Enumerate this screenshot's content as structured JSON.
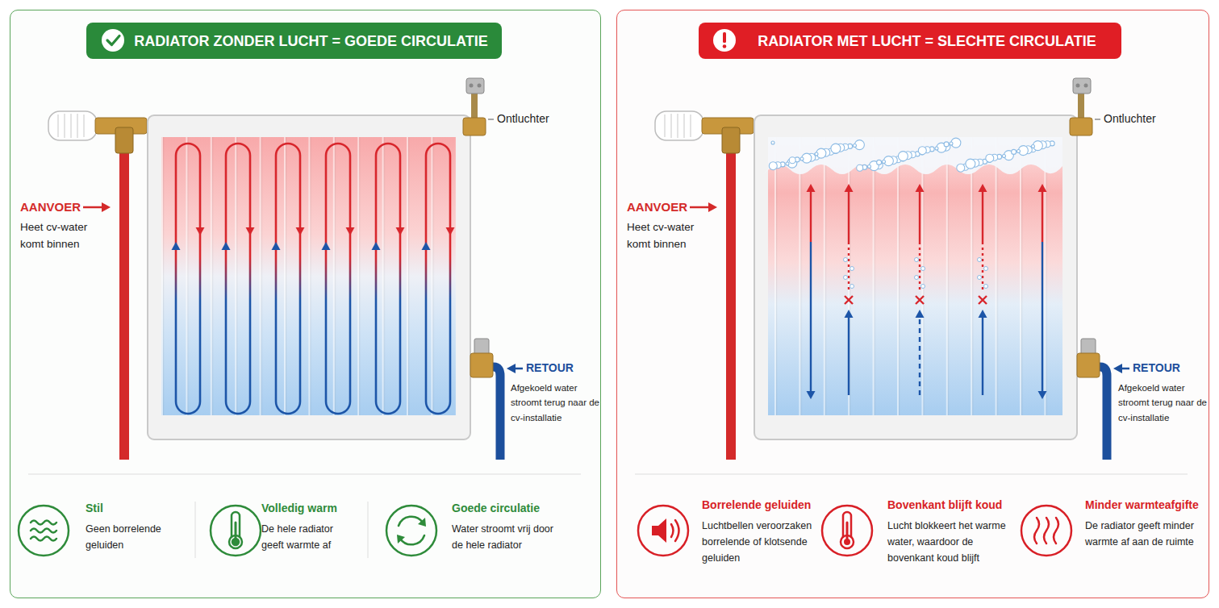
{
  "diagram": {
    "nodes": [
      {
        "text": [
          "RADIATOR ZONDER LUCHT = GOEDE CIRCULATIE"
        ]
      },
      {
        "text": [
          "RADIATOR MET LUCHT = SLECHTE CIRCULATIE"
        ]
      }
    ],
    "labels": [
      "Ontluchter",
      "AANVOER",
      "Heet cv-water komt binnen",
      "RETOUR",
      "Afgekoeld water stroomt terug naar de cv-installatie",
      "Stil",
      "Geen borrelende geluiden",
      "Volledig warm",
      "De hele radiator geeft warmte af",
      "Goede circulatie",
      "Water stroomt vrij door de hele radiator",
      "Ontluchter",
      "AANVOER",
      "Heet cv-water komt binnen",
      "RETOUR",
      "Afgekoeld water stroomt terug naar de cv-installatie",
      "Borrelende geluiden",
      "Luchtbellen veroorzaken borrelende of klotsende geluiden",
      "Bovenkant blijft koud",
      "Lucht blokkeert het warme water, waardoor de bovenkant koud blijft",
      "Minder warmteafgifte",
      "De radiator geeft minder warmte af aan de ruimte"
    ]
  }
}
